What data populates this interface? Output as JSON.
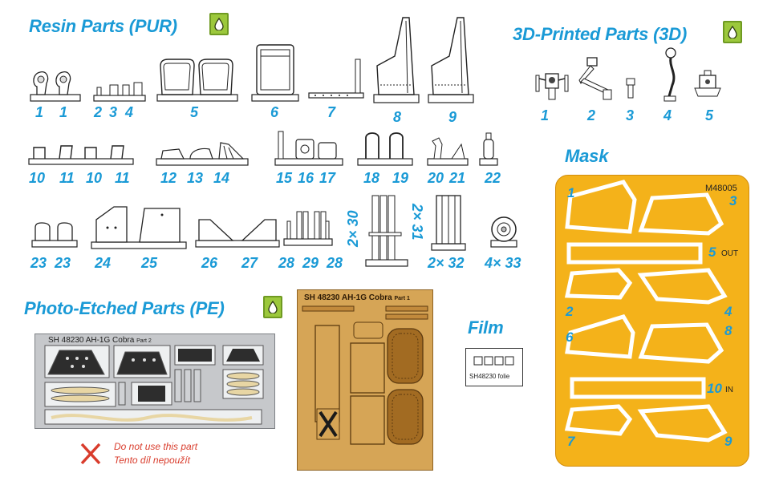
{
  "sections": {
    "resin": {
      "title": "Resin Parts (PUR)"
    },
    "printed": {
      "title": "3D-Printed Parts (3D)"
    },
    "mask": {
      "title": "Mask"
    },
    "pe": {
      "title": "Photo-Etched Parts (PE)"
    },
    "film": {
      "title": "Film"
    }
  },
  "icons": {
    "badge": "water-drop-icon",
    "warning": "red-cross-icon"
  },
  "colors": {
    "accent": "#1a9ad6",
    "badge_green": "#9cc83c",
    "mask_yellow": "#f4b21a",
    "pe_gray": "#c6c8cb",
    "pe_brass": "#d6a556",
    "warning_red": "#d93c2c"
  },
  "resin_numbers": [
    "1",
    "1",
    "2",
    "3",
    "4",
    "5",
    "6",
    "7",
    "8",
    "9",
    "10",
    "11",
    "10",
    "11",
    "12",
    "13",
    "14",
    "15",
    "16",
    "17",
    "18",
    "19",
    "20",
    "21",
    "22",
    "23",
    "23",
    "24",
    "25",
    "26",
    "27",
    "28",
    "29",
    "28",
    "2× 30",
    "2× 31",
    "2× 32",
    "4× 33"
  ],
  "printed_numbers": [
    "1",
    "2",
    "3",
    "4",
    "5"
  ],
  "pe_fret_1": {
    "title": "SH 48230  AH-1G Cobra",
    "part": "Part 2"
  },
  "pe_fret_2": {
    "title": "SH 48230  AH-1G Cobra",
    "part": "Part 1"
  },
  "film": {
    "label": "SH48230 folie"
  },
  "mask": {
    "code": "M48005",
    "numbers": [
      "1",
      "3",
      "5",
      "2",
      "4",
      "6",
      "8",
      "10",
      "7",
      "9"
    ],
    "labels": {
      "out": "OUT",
      "in": "IN"
    }
  },
  "warning": {
    "en": "Do not use this part",
    "cz": "Tento díl nepoužít"
  }
}
